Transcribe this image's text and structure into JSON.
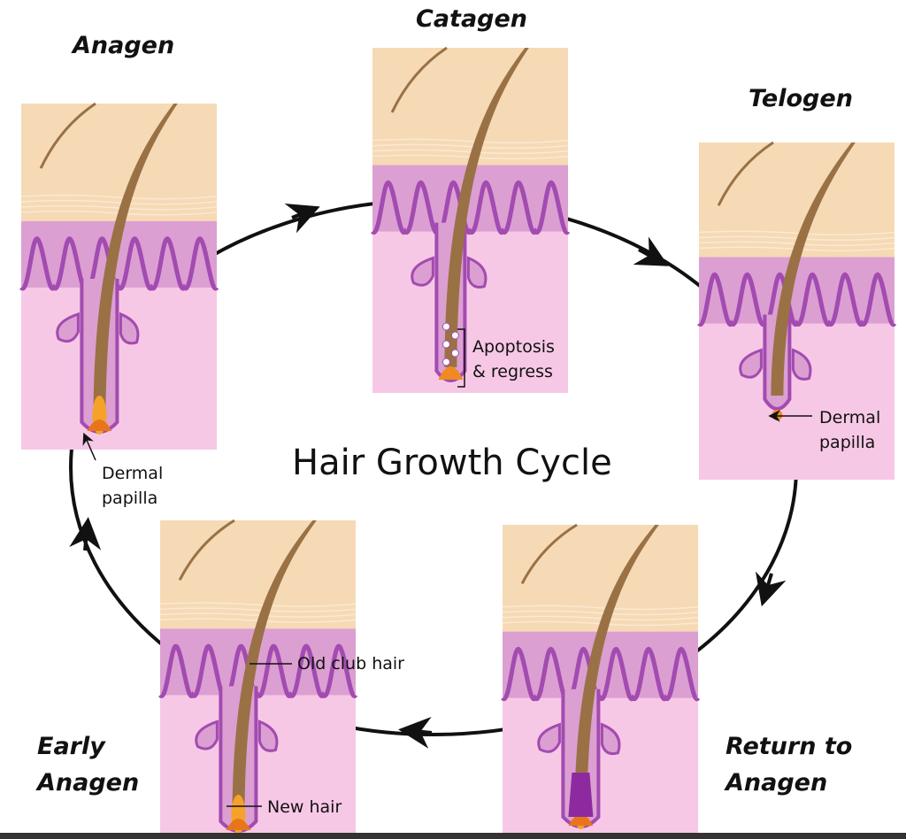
{
  "title": "Hair Growth Cycle",
  "stages": {
    "anagen": "Anagen",
    "catagen": "Catagen",
    "telogen": "Telogen",
    "return_line1": "Return to",
    "return_line2": "Anagen",
    "early_line1": "Early",
    "early_line2": "Anagen"
  },
  "annotations": {
    "anagen_papilla_1": "Dermal",
    "anagen_papilla_2": "papilla",
    "apoptosis_1": "Apoptosis",
    "apoptosis_2": "& regress",
    "telogen_papilla_1": "Dermal",
    "telogen_papilla_2": "papilla",
    "old_club_hair": "Old club hair",
    "new_hair": "New hair"
  },
  "colors": {
    "epidermis": "#f5dab5",
    "dermis_top": "#dc9fd2",
    "dermis": "#f7c8e6",
    "outline": "#a24bb0",
    "hair": "#9a7145",
    "bulb": "#f4a22a",
    "arrow": "#111111"
  }
}
